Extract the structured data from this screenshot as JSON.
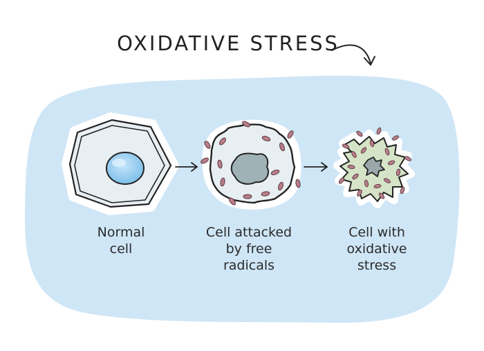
{
  "diagram": {
    "title": "OXIDATIVE STRESS",
    "stages": [
      {
        "id": "normal",
        "label_lines": [
          "Normal",
          "cell"
        ]
      },
      {
        "id": "attacked",
        "label_lines": [
          "Cell attacked",
          "by free",
          "radicals"
        ]
      },
      {
        "id": "stressed",
        "label_lines": [
          "Cell with",
          "oxidative",
          "stress"
        ]
      }
    ]
  },
  "colors": {
    "background_blob": "#cfe6f6",
    "outline": "#222222",
    "cell_fill": "#e8eff3",
    "nucleus_normal": "#8ec9ef",
    "nucleus_damaged": "#9fb2b6",
    "stressed_fill": "#d5e3c6",
    "radical": "#b97d8a"
  }
}
